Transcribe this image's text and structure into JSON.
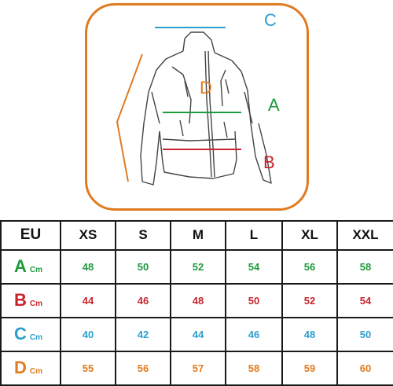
{
  "illustration": {
    "labels": {
      "c": "C",
      "d": "D",
      "a": "A",
      "b": "B"
    },
    "colors": {
      "frame": "#e07b20",
      "a": "#1f9a3d",
      "b": "#c8242d",
      "c": "#2c9fd0",
      "d": "#e07b20"
    }
  },
  "table": {
    "corner": "EU",
    "sizes": [
      "XS",
      "S",
      "M",
      "L",
      "XL",
      "XXL"
    ],
    "rows": [
      {
        "letter": "A",
        "unit": "Cm",
        "values": [
          "48",
          "50",
          "52",
          "54",
          "56",
          "58"
        ]
      },
      {
        "letter": "B",
        "unit": "Cm",
        "values": [
          "44",
          "46",
          "48",
          "50",
          "52",
          "54"
        ]
      },
      {
        "letter": "C",
        "unit": "Cm",
        "values": [
          "40",
          "42",
          "44",
          "46",
          "48",
          "50"
        ]
      },
      {
        "letter": "D",
        "unit": "Cm",
        "values": [
          "55",
          "56",
          "57",
          "58",
          "59",
          "60"
        ]
      }
    ]
  }
}
